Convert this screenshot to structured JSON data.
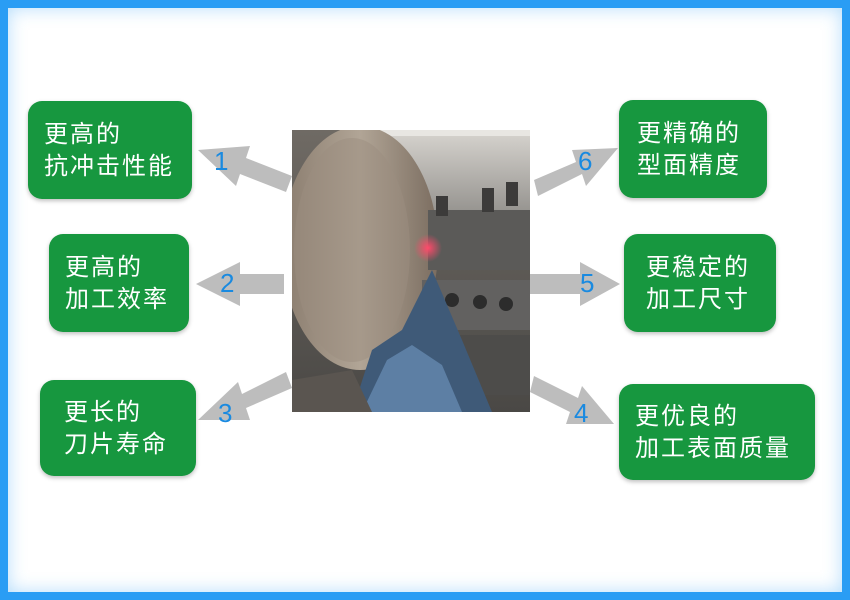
{
  "colors": {
    "frame": "#2a9df4",
    "box": "#17973f",
    "box_text": "#ffffff",
    "number": "#1a8ae0",
    "arrow": "#bfbfbf"
  },
  "center_image": {
    "icon": "lathe-machining-photo"
  },
  "items": [
    {
      "number": "1",
      "lines": [
        "更高的",
        "抗冲击性能"
      ]
    },
    {
      "number": "2",
      "lines": [
        "更高的",
        "加工效率"
      ]
    },
    {
      "number": "3",
      "lines": [
        "更长的",
        "刀片寿命"
      ]
    },
    {
      "number": "4",
      "lines": [
        "更优良的",
        "加工表面质量"
      ]
    },
    {
      "number": "5",
      "lines": [
        "更稳定的",
        "加工尺寸"
      ]
    },
    {
      "number": "6",
      "lines": [
        "更精确的",
        "型面精度"
      ]
    }
  ]
}
